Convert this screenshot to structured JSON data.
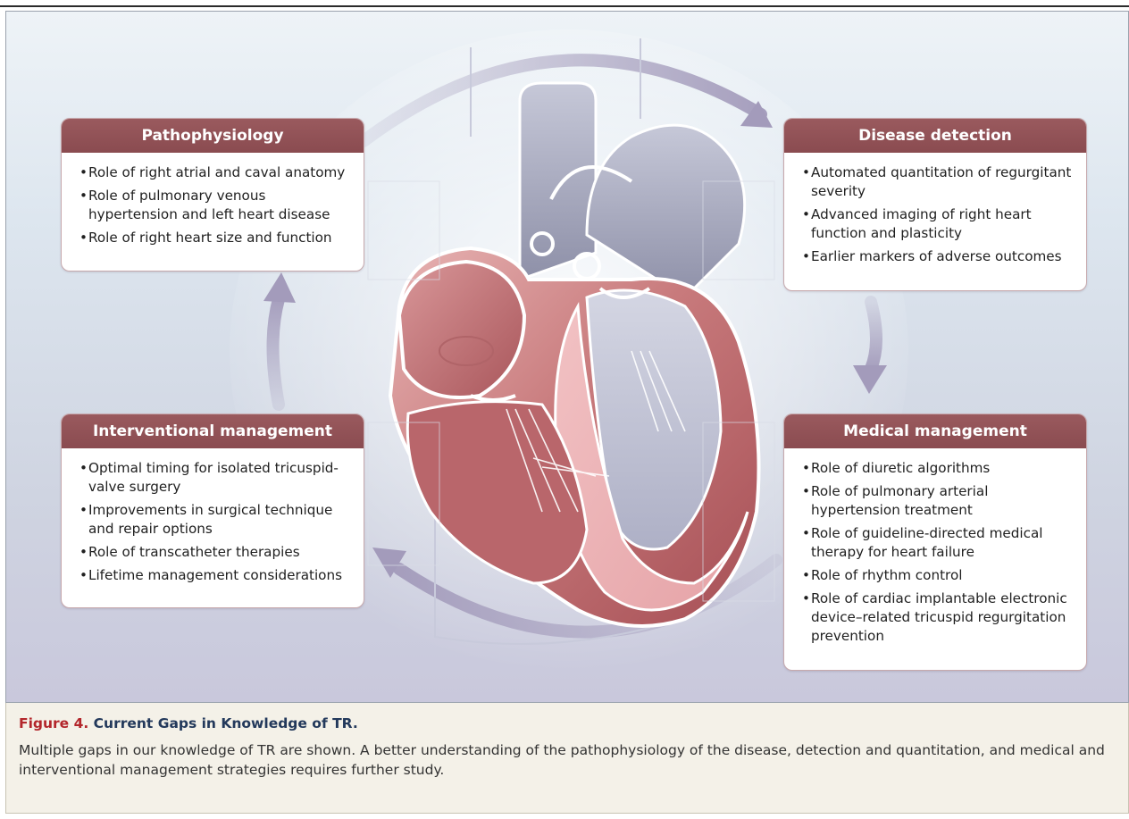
{
  "boxes": {
    "pathophysiology": {
      "title": "Pathophysiology",
      "items": [
        "Role of right atrial and caval anatomy",
        "Role of pulmonary venous hypertension and left heart disease",
        "Role of right heart size and function"
      ]
    },
    "disease_detection": {
      "title": "Disease detection",
      "items": [
        "Automated quantitation of regurgitant severity",
        "Advanced imaging of right heart function and plasticity",
        "Earlier markers of adverse outcomes"
      ]
    },
    "interventional_management": {
      "title": "Interventional management",
      "items": [
        "Optimal timing for isolated tricuspid-valve surgery",
        "Improvements in surgical technique and repair options",
        "Role of transcatheter therapies",
        "Lifetime management considerations"
      ]
    },
    "medical_management": {
      "title": "Medical management",
      "items": [
        "Role of diuretic algorithms",
        "Role of pulmonary arterial hypertension treatment",
        "Role of guideline-directed medical therapy for heart failure",
        "Role of rhythm control",
        "Role of cardiac implantable electronic device–related tricuspid regurgitation prevention"
      ]
    }
  },
  "caption": {
    "label": "Figure 4.",
    "title": "Current Gaps in Knowledge of TR.",
    "body": "Multiple gaps in our knowledge of TR are shown. A better understanding of the pathophysiology of the disease, detection and quantitation, and medical and interventional management strategies requires further study."
  },
  "colors": {
    "header": "#8a4b50",
    "arrow": "#a39bbb",
    "caption_label": "#b3262b",
    "caption_title": "#23395b"
  },
  "illustration": "heart-cross-section-illustration"
}
